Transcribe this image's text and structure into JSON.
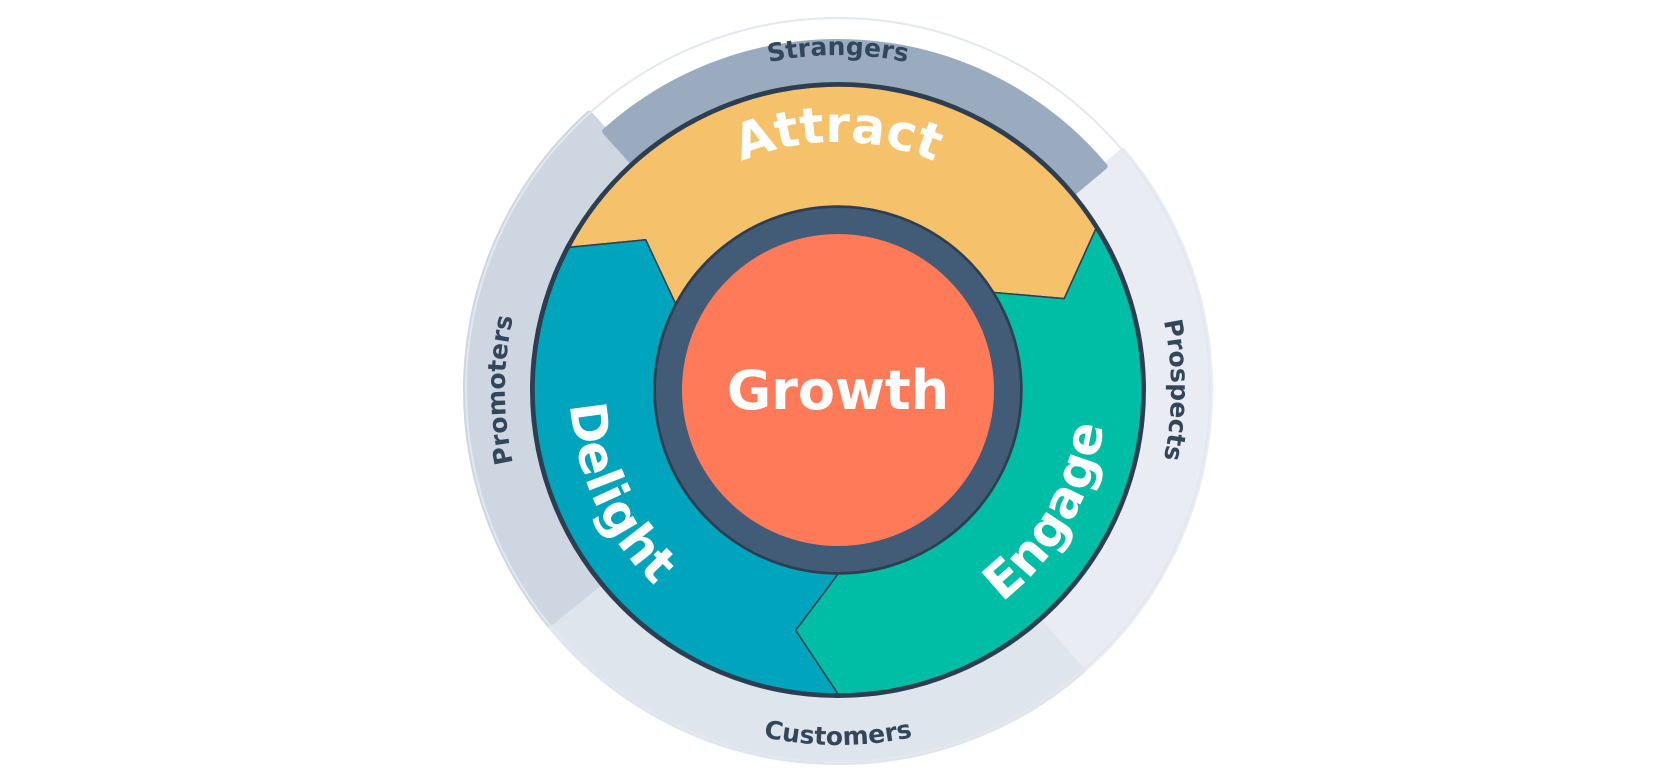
{
  "diagram": {
    "center": {
      "label": "Growth",
      "color": "#ff7a59",
      "ring_color": "#425b76"
    },
    "segments": [
      {
        "id": "attract",
        "label": "Attract",
        "color": "#f5c26b"
      },
      {
        "id": "engage",
        "label": "Engage",
        "color": "#00bda5"
      },
      {
        "id": "delight",
        "label": "Delight",
        "color": "#00a4bd"
      }
    ],
    "outer_stages": [
      {
        "id": "strangers",
        "label": "Strangers",
        "color": "#9aabc0"
      },
      {
        "id": "prospects",
        "label": "Prospects",
        "color": "#e9edf3"
      },
      {
        "id": "customers",
        "label": "Customers",
        "color": "#dfe5ec"
      },
      {
        "id": "promoters",
        "label": "Promoters",
        "color": "#cdd6e1"
      }
    ],
    "outline_color": "#2d3e50",
    "outer_text_color": "#33475b"
  }
}
